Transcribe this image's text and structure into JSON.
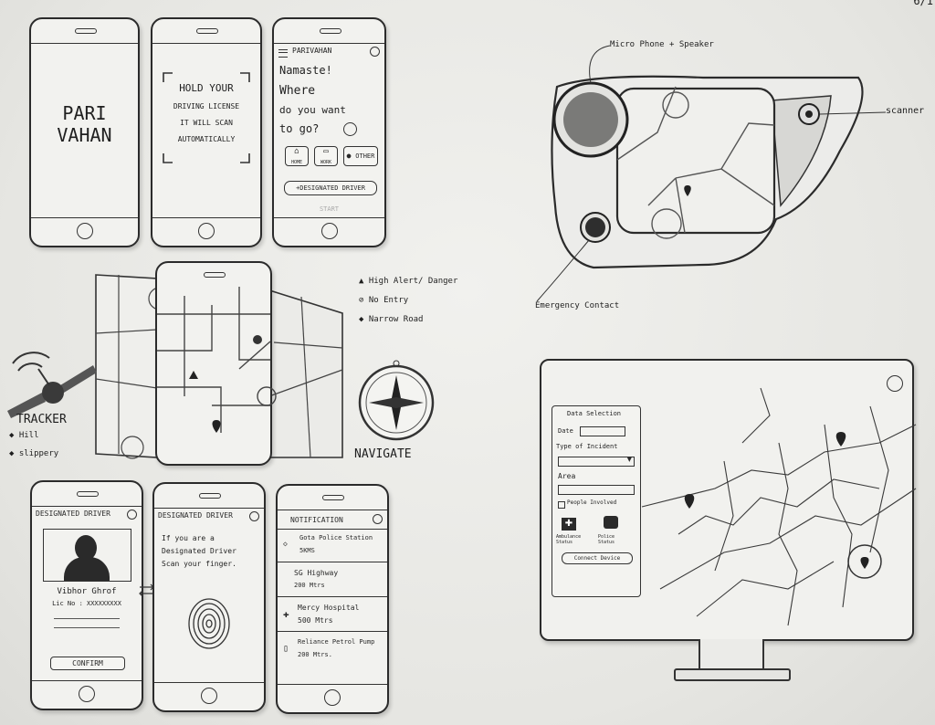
{
  "page_number": "6/1",
  "phone1": {
    "title_line1": "PARI",
    "title_line2": "VAHAN"
  },
  "phone2": {
    "lines": [
      "HOLD YOUR",
      "DRIVING LICENSE",
      "IT WILL SCAN",
      "AUTOMATICALLY"
    ]
  },
  "phone3": {
    "header": "PARIVAHAN",
    "greeting": "Namaste!",
    "question_lines": [
      "Where",
      "do you want",
      "to go?"
    ],
    "buttons": [
      "HOME",
      "WORK",
      "OTHER"
    ],
    "designated_driver": "+DESIGNATED DRIVER",
    "start": "START"
  },
  "legend_map": {
    "items": [
      "High Alert/ Danger",
      "No Entry",
      "Narrow Road"
    ]
  },
  "tracker": {
    "title": "TRACKER",
    "items": [
      "Hill",
      "slippery"
    ]
  },
  "navigate_label": "NAVIGATE",
  "phone4": {
    "header": "DESIGNATED DRIVER",
    "name": "Vibhor Ghrof",
    "lic": "Lic No : XXXXXXXXX",
    "confirm": "CONFIRM"
  },
  "phone5": {
    "header": "DESIGNATED DRIVER",
    "instruction": [
      "If you are a",
      "Designated Driver",
      "Scan your finger."
    ]
  },
  "phone6": {
    "header": "NOTIFICATION",
    "items": [
      {
        "title": "Gota Police Station",
        "dist": "5KMS"
      },
      {
        "title": "SG Highway",
        "dist": "200 Mtrs"
      },
      {
        "title": "Mercy Hospital",
        "dist": "500 Mtrs"
      },
      {
        "title": "Reliance Petrol Pump",
        "dist": "200 Mtrs."
      }
    ]
  },
  "device": {
    "label_mic": "Micro Phone + Speaker",
    "label_scanner": "scanner",
    "label_emergency": "Emergency Contact"
  },
  "monitor": {
    "panel_title": "Data Selection",
    "date_label": "Date",
    "incident_label": "Type of Incident",
    "area_label": "Area",
    "people_label": "People Involved",
    "ambulance": "Ambulance Status",
    "police": "Police Status",
    "connect": "Connect Device"
  }
}
